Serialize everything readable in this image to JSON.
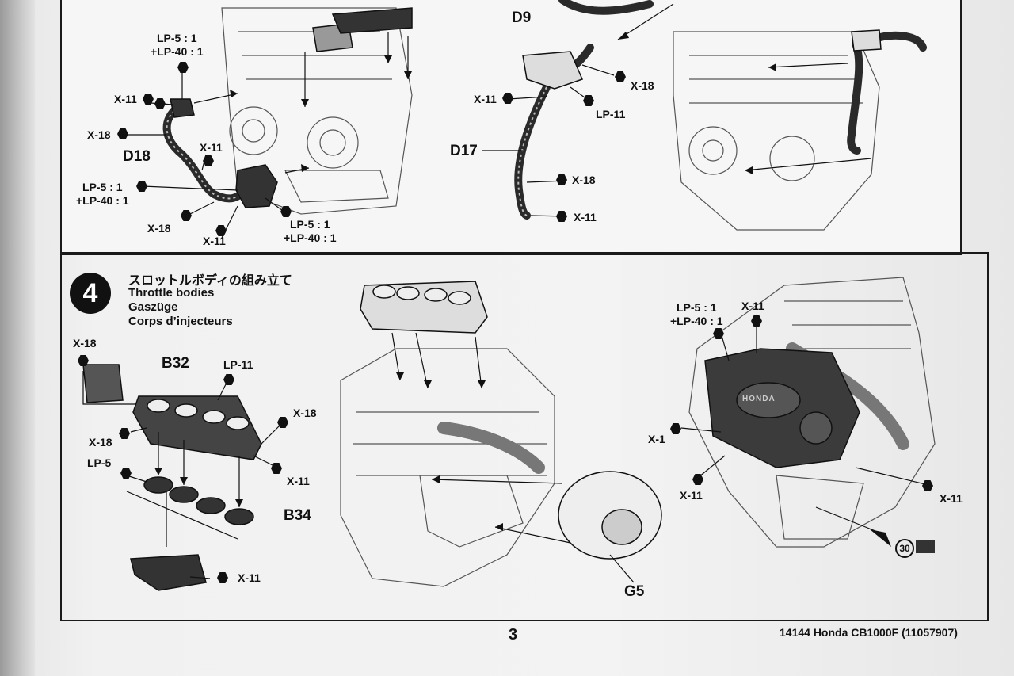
{
  "top_panel": {
    "callouts": {
      "lp5_lp40_a": "LP-5 : 1\n+LP-40 : 1",
      "x11_a": "X-11",
      "x18_a": "X-18",
      "d18": "D18",
      "x11_b": "X-11",
      "lp5_lp40_b": "LP-5 : 1\n+LP-40 : 1",
      "x18_b": "X-18",
      "x11_c": "X-11",
      "lp5_lp40_c": "LP-5 : 1\n+LP-40 : 1",
      "d9": "D9",
      "x11_d": "X-11",
      "x18_c": "X-18",
      "lp11_a": "LP-11",
      "d17": "D17",
      "x18_d": "X-18",
      "x11_e": "X-11"
    }
  },
  "step4": {
    "number": "4",
    "title_jp": "スロットルボディの組み立て",
    "title_en": "Throttle bodies",
    "title_de": "Gaszüge",
    "title_fr": "Corps d’injecteurs",
    "callouts": {
      "x18_e": "X-18",
      "b32": "B32",
      "lp11_b": "LP-11",
      "x18_f": "X-18",
      "x18_g": "X-18",
      "x11_f": "X-11",
      "lp5": "LP-5",
      "b34": "B34",
      "x11_g": "X-11",
      "g5": "G5",
      "lp5_lp40_d": "LP-5 : 1\n+LP-40 : 1",
      "x11_h": "X-11",
      "x1": "X-1",
      "x11_i": "X-11",
      "x11_j": "X-11",
      "ref_step": "30",
      "honda_badge": "HONDA"
    }
  },
  "footer": {
    "page_number": "3",
    "product_code": "14144  Honda CB1000F  (11057907)"
  }
}
